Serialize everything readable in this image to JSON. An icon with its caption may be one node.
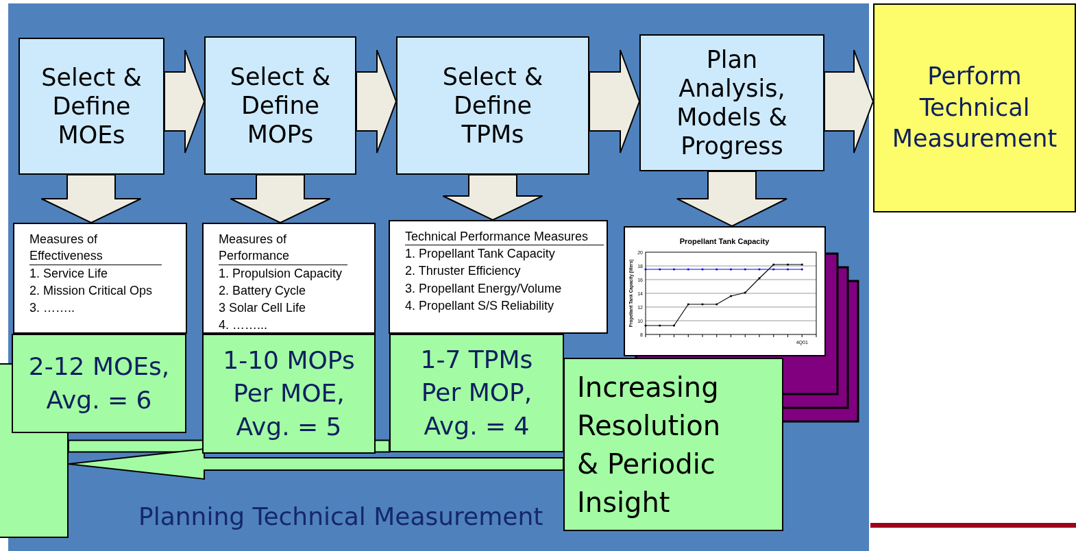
{
  "diagram": {
    "nodes": [
      {
        "text": [
          "Planning Technical Measurement"
        ]
      },
      {
        "text": [
          "Select & Define MOEs"
        ],
        "in": 0
      },
      {
        "text": [
          "Select & Define MOPs"
        ],
        "in": 0
      },
      {
        "text": [
          "Select & Define TPMs"
        ],
        "in": 0
      },
      {
        "text": [
          "Plan Analysis, Models & Progress"
        ],
        "in": 0
      },
      {
        "text": [
          "Perform Technical Measurement"
        ]
      },
      {
        "text": [
          "Measures of Effectiveness",
          "1. Service Life",
          "2. Mission Critical Ops",
          "3. …….."
        ],
        "in": 0
      },
      {
        "text": [
          "Measures of Performance",
          "1. Propulsion Capacity",
          "2. Battery Cycle",
          "3 Solar Cell Life",
          "4. ……..."
        ],
        "in": 0
      },
      {
        "text": [
          "Technical Performance Measures",
          "1. Propellant Tank Capacity",
          "2. Thruster Efficiency",
          "3. Propellant Energy/Volume",
          "4. Propellant S/S Reliability"
        ],
        "in": 0
      },
      {
        "text": [],
        "shape": "box",
        "in": 0
      },
      {
        "text": [
          "2-12 MOEs, Avg. = 6"
        ],
        "in": 0
      },
      {
        "text": [
          "1-10 MOPs Per MOE, Avg. = 5"
        ],
        "in": 0
      },
      {
        "text": [
          "1-7 TPMs Per MOP, Avg. = 4"
        ],
        "in": 0
      },
      {
        "text": [
          "Increasing Resolution & Periodic Insight"
        ],
        "in": 0
      },
      {
        "text": [],
        "shape": "box"
      }
    ],
    "edges": [
      {
        "from": 1,
        "to": 2,
        "arrow": "to"
      },
      {
        "from": 2,
        "to": 3,
        "arrow": "to"
      },
      {
        "from": 3,
        "to": 4,
        "arrow": "to"
      },
      {
        "from": 4,
        "to": 5,
        "arrow": "to"
      },
      {
        "from": 1,
        "to": 6,
        "arrow": "to"
      },
      {
        "from": 2,
        "to": 7,
        "arrow": "to"
      },
      {
        "from": 3,
        "to": 8,
        "arrow": "to"
      },
      {
        "from": 4,
        "to": 9,
        "arrow": "to"
      },
      {
        "from": 12,
        "to": 14,
        "arrow": "none",
        "color": "#a3fca3"
      },
      {
        "from": 13,
        "to": 14,
        "arrow": "to",
        "color": "#a3fca3"
      }
    ],
    "chart_data": {
      "type": "line",
      "title": "Propellant Tank Capacity",
      "ylabel": "Propellant Tank Capacity (liters)",
      "categories": [
        null,
        null,
        null,
        null,
        null,
        null,
        null,
        null,
        null,
        null,
        null,
        "4Q01"
      ],
      "series": [
        {
          "color": "#000000",
          "values": [
            9.3,
            9.3,
            9.3,
            12.4,
            12.4,
            12.4,
            13.6,
            14.1,
            16.2,
            18.2,
            18.2,
            18.2
          ]
        },
        {
          "color": "#0000ff",
          "values": [
            17.5,
            17.5,
            17.5,
            17.5,
            17.5,
            17.5,
            17.5,
            17.5,
            17.5,
            17.5,
            17.5,
            17.5
          ]
        }
      ],
      "ylim": [
        8,
        20
      ],
      "yticks": [
        8,
        10,
        12,
        14,
        16,
        18,
        20
      ],
      "grid": true
    }
  }
}
